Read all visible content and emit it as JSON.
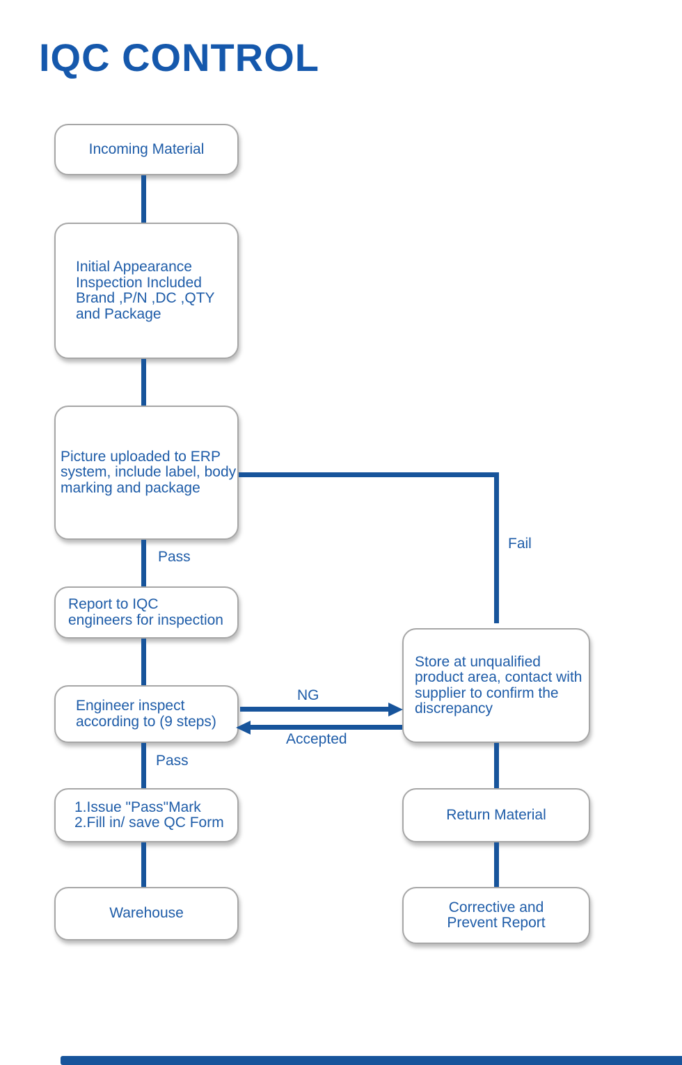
{
  "title": "IQC CONTROL",
  "colors": {
    "title_blue": "#1558AC",
    "text_blue": "#1E5CA8",
    "line_blue": "#17549B",
    "box_border": "#A6A6A6",
    "box_fill": "#FFFFFF"
  },
  "nodes": {
    "incoming": {
      "text": "Incoming Material"
    },
    "initial": {
      "lines": [
        "Initial Appearance",
        "Inspection Included",
        "Brand ,P/N ,DC ,QTY",
        "and Package"
      ]
    },
    "picture": {
      "lines": [
        "Picture uploaded to ERP",
        "system, include label, body",
        "marking and package"
      ]
    },
    "report": {
      "lines": [
        "Report to IQC",
        "engineers for inspection"
      ]
    },
    "engineer": {
      "lines": [
        "Engineer inspect",
        "according to (9 steps)"
      ]
    },
    "issue": {
      "lines": [
        "1.Issue \"Pass\"Mark",
        "2.Fill in/ save QC Form"
      ]
    },
    "warehouse": {
      "text": "Warehouse"
    },
    "store": {
      "lines": [
        "Store at unqualified",
        "product area, contact with",
        "supplier to confirm the",
        "discrepancy"
      ]
    },
    "return_material": {
      "text": "Return Material"
    },
    "corrective": {
      "lines": [
        "Corrective and",
        "Prevent Report"
      ]
    }
  },
  "edge_labels": {
    "pass_upper": "Pass",
    "pass_lower": "Pass",
    "fail": "Fail",
    "ng": "NG",
    "accepted": "Accepted"
  }
}
